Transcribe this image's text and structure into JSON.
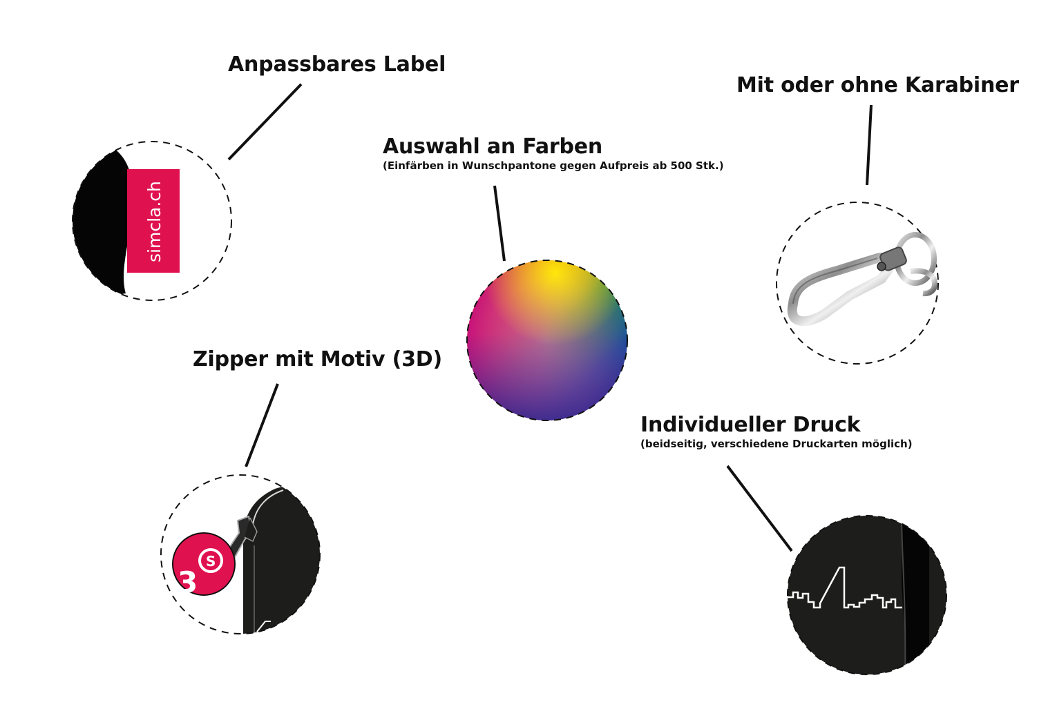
{
  "features": {
    "label": {
      "title": "Anpassbares Label",
      "logo_text": "simcla.ch"
    },
    "carabiner": {
      "title": "Mit oder ohne Karabiner"
    },
    "colors": {
      "title": "Auswahl an Farben",
      "subtitle": "(Einfärben in Wunschpantone gegen Aufpreis ab 500 Stk.)"
    },
    "zipper": {
      "title": "Zipper mit Motiv (3D)"
    },
    "print": {
      "title": "Individueller Druck",
      "subtitle": "(beidseitig, verschiedene Druckarten möglich)"
    }
  },
  "colors": {
    "accent": "#e0114f",
    "ink": "#111111",
    "bag": "#1d1d1b",
    "metal": "#8a8a8a"
  }
}
